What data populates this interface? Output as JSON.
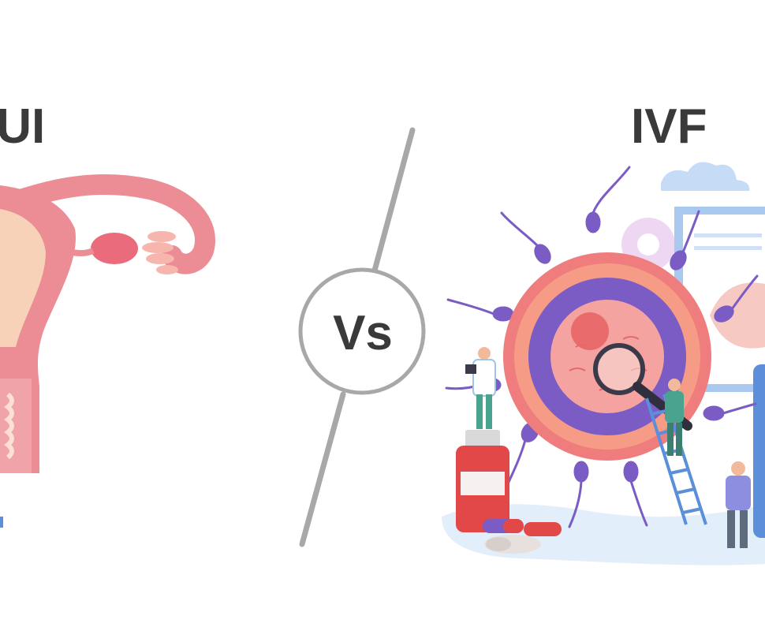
{
  "left_label": "IUI",
  "right_label": "IVF",
  "vs_label": "Vs",
  "colors": {
    "text": "#3a3a3a",
    "divider": "#a8a8a8",
    "uterus": "#ec8c95",
    "uterus_light": "#f7c9c3",
    "egg_outer": "#f07d7d",
    "egg_ring": "#7a5cc4",
    "sperm": "#7a5cc4",
    "bottle": "#e24848",
    "ladder": "#5b8fd9",
    "monitor": "#a9c8f0"
  }
}
